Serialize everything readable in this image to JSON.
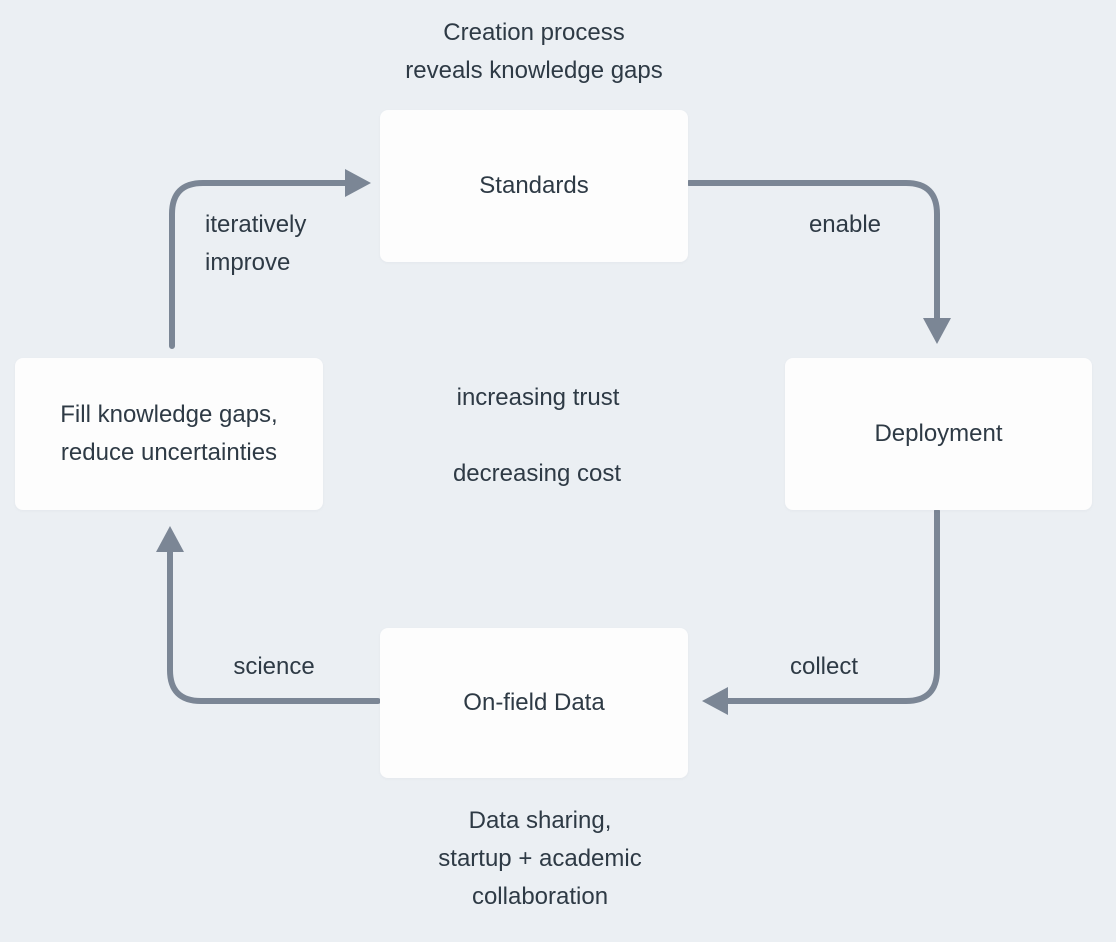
{
  "diagram": {
    "colors": {
      "background": "#ebeff3",
      "box": "#fdfdfd",
      "text": "#2e3a45",
      "arrow": "#7b8695"
    },
    "captions": {
      "top": [
        "Creation process",
        "reveals knowledge gaps"
      ],
      "bottom": [
        "Data sharing,",
        "startup + academic",
        "collaboration"
      ]
    },
    "nodes": {
      "standards": "Standards",
      "deployment": "Deployment",
      "on_field_data": "On-field Data",
      "fill_gaps_line1": "Fill knowledge gaps,",
      "fill_gaps_line2": "reduce uncertainties"
    },
    "edge_labels": {
      "iteratively_improve_line1": "iteratively",
      "iteratively_improve_line2": "improve",
      "enable": "enable",
      "collect": "collect",
      "science": "science"
    },
    "center_labels": {
      "increasing_trust": "increasing trust",
      "decreasing_cost": "decreasing cost"
    }
  }
}
